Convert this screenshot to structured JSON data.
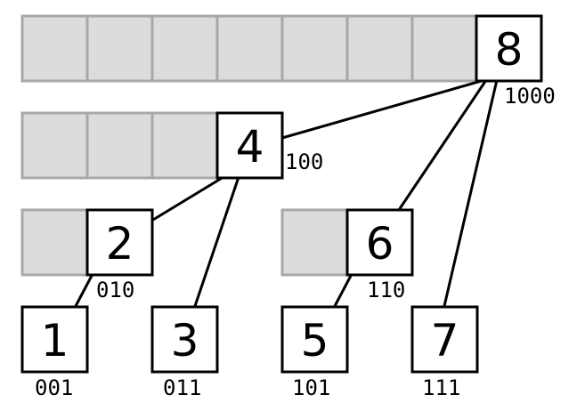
{
  "nodes": [
    {
      "number": "8",
      "binary": "1000"
    },
    {
      "number": "4",
      "binary": "100"
    },
    {
      "number": "2",
      "binary": "010"
    },
    {
      "number": "6",
      "binary": "110"
    },
    {
      "number": "1",
      "binary": "001"
    },
    {
      "number": "3",
      "binary": "011"
    },
    {
      "number": "5",
      "binary": "101"
    },
    {
      "number": "7",
      "binary": "111"
    }
  ],
  "colors": {
    "cell_fill": "#dcdcdc",
    "cell_border": "#a8a8a8",
    "node_fill": "#ffffff",
    "node_border": "#000000",
    "edge": "#000000"
  }
}
